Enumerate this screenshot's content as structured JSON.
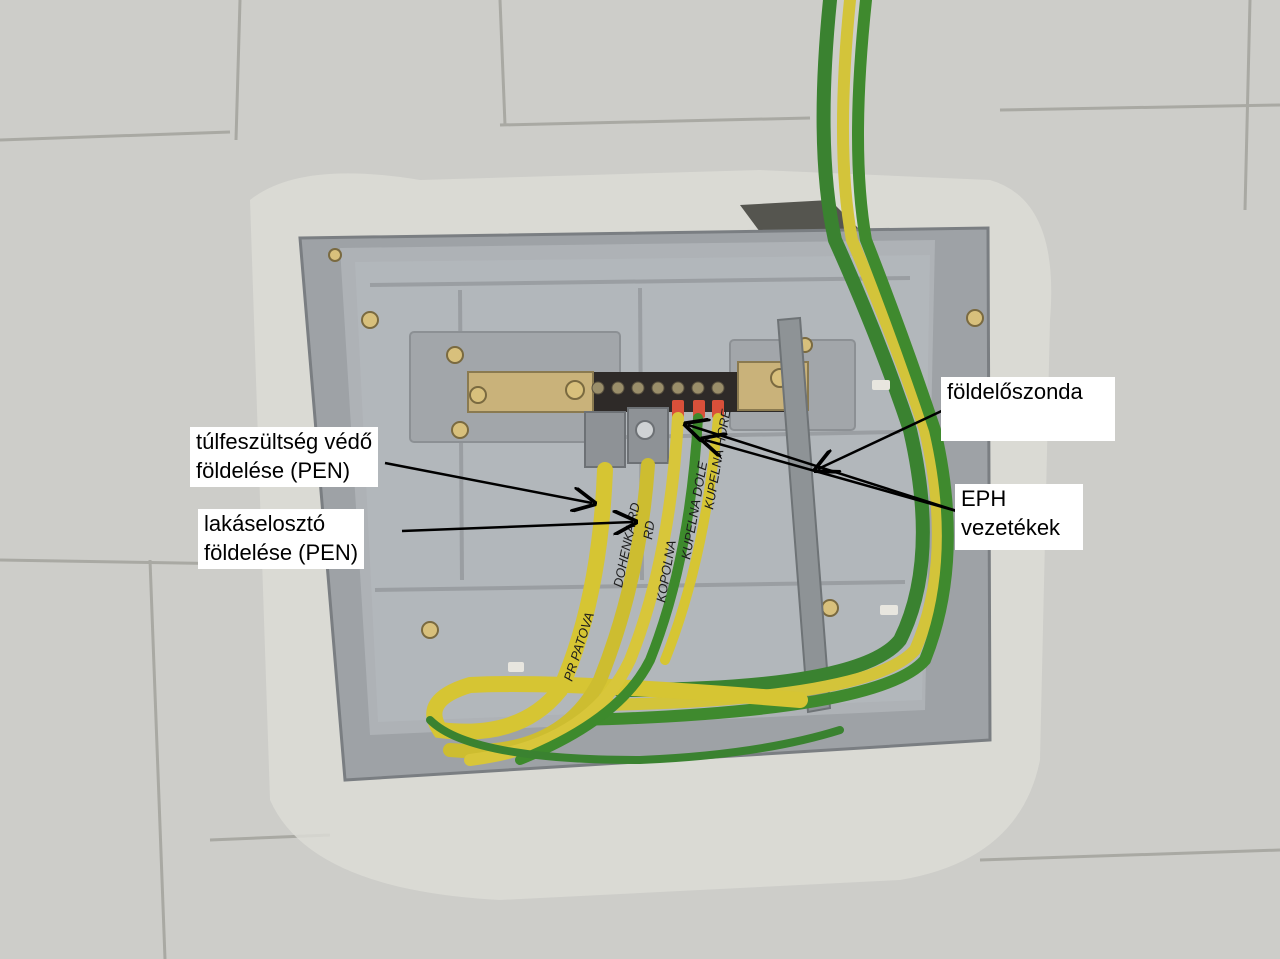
{
  "labels": {
    "surge_protector": {
      "line1": "túlfeszültség védő",
      "line2": "földelése (PEN)"
    },
    "apartment_board": {
      "line1": "lakáselosztó",
      "line2": "földelése (PEN)"
    },
    "ground_probe": {
      "line1": "földelőszonda"
    },
    "eph_wires": {
      "line1": "EPH",
      "line2": "vezetékek"
    }
  },
  "wire_markings": [
    "PR PATOVA",
    "DOHENKA RD",
    "RD",
    "KOPOLNA",
    "KUPELNA DOLE",
    "KUPELNA HORE"
  ],
  "colors": {
    "wall": "#c9c9c4",
    "box": "#a9adb1",
    "wire_yellow": "#d6c533",
    "wire_green": "#3f8a2e",
    "probe": "#8e9396",
    "label_bg": "#ffffff",
    "arrow": "#000000"
  }
}
